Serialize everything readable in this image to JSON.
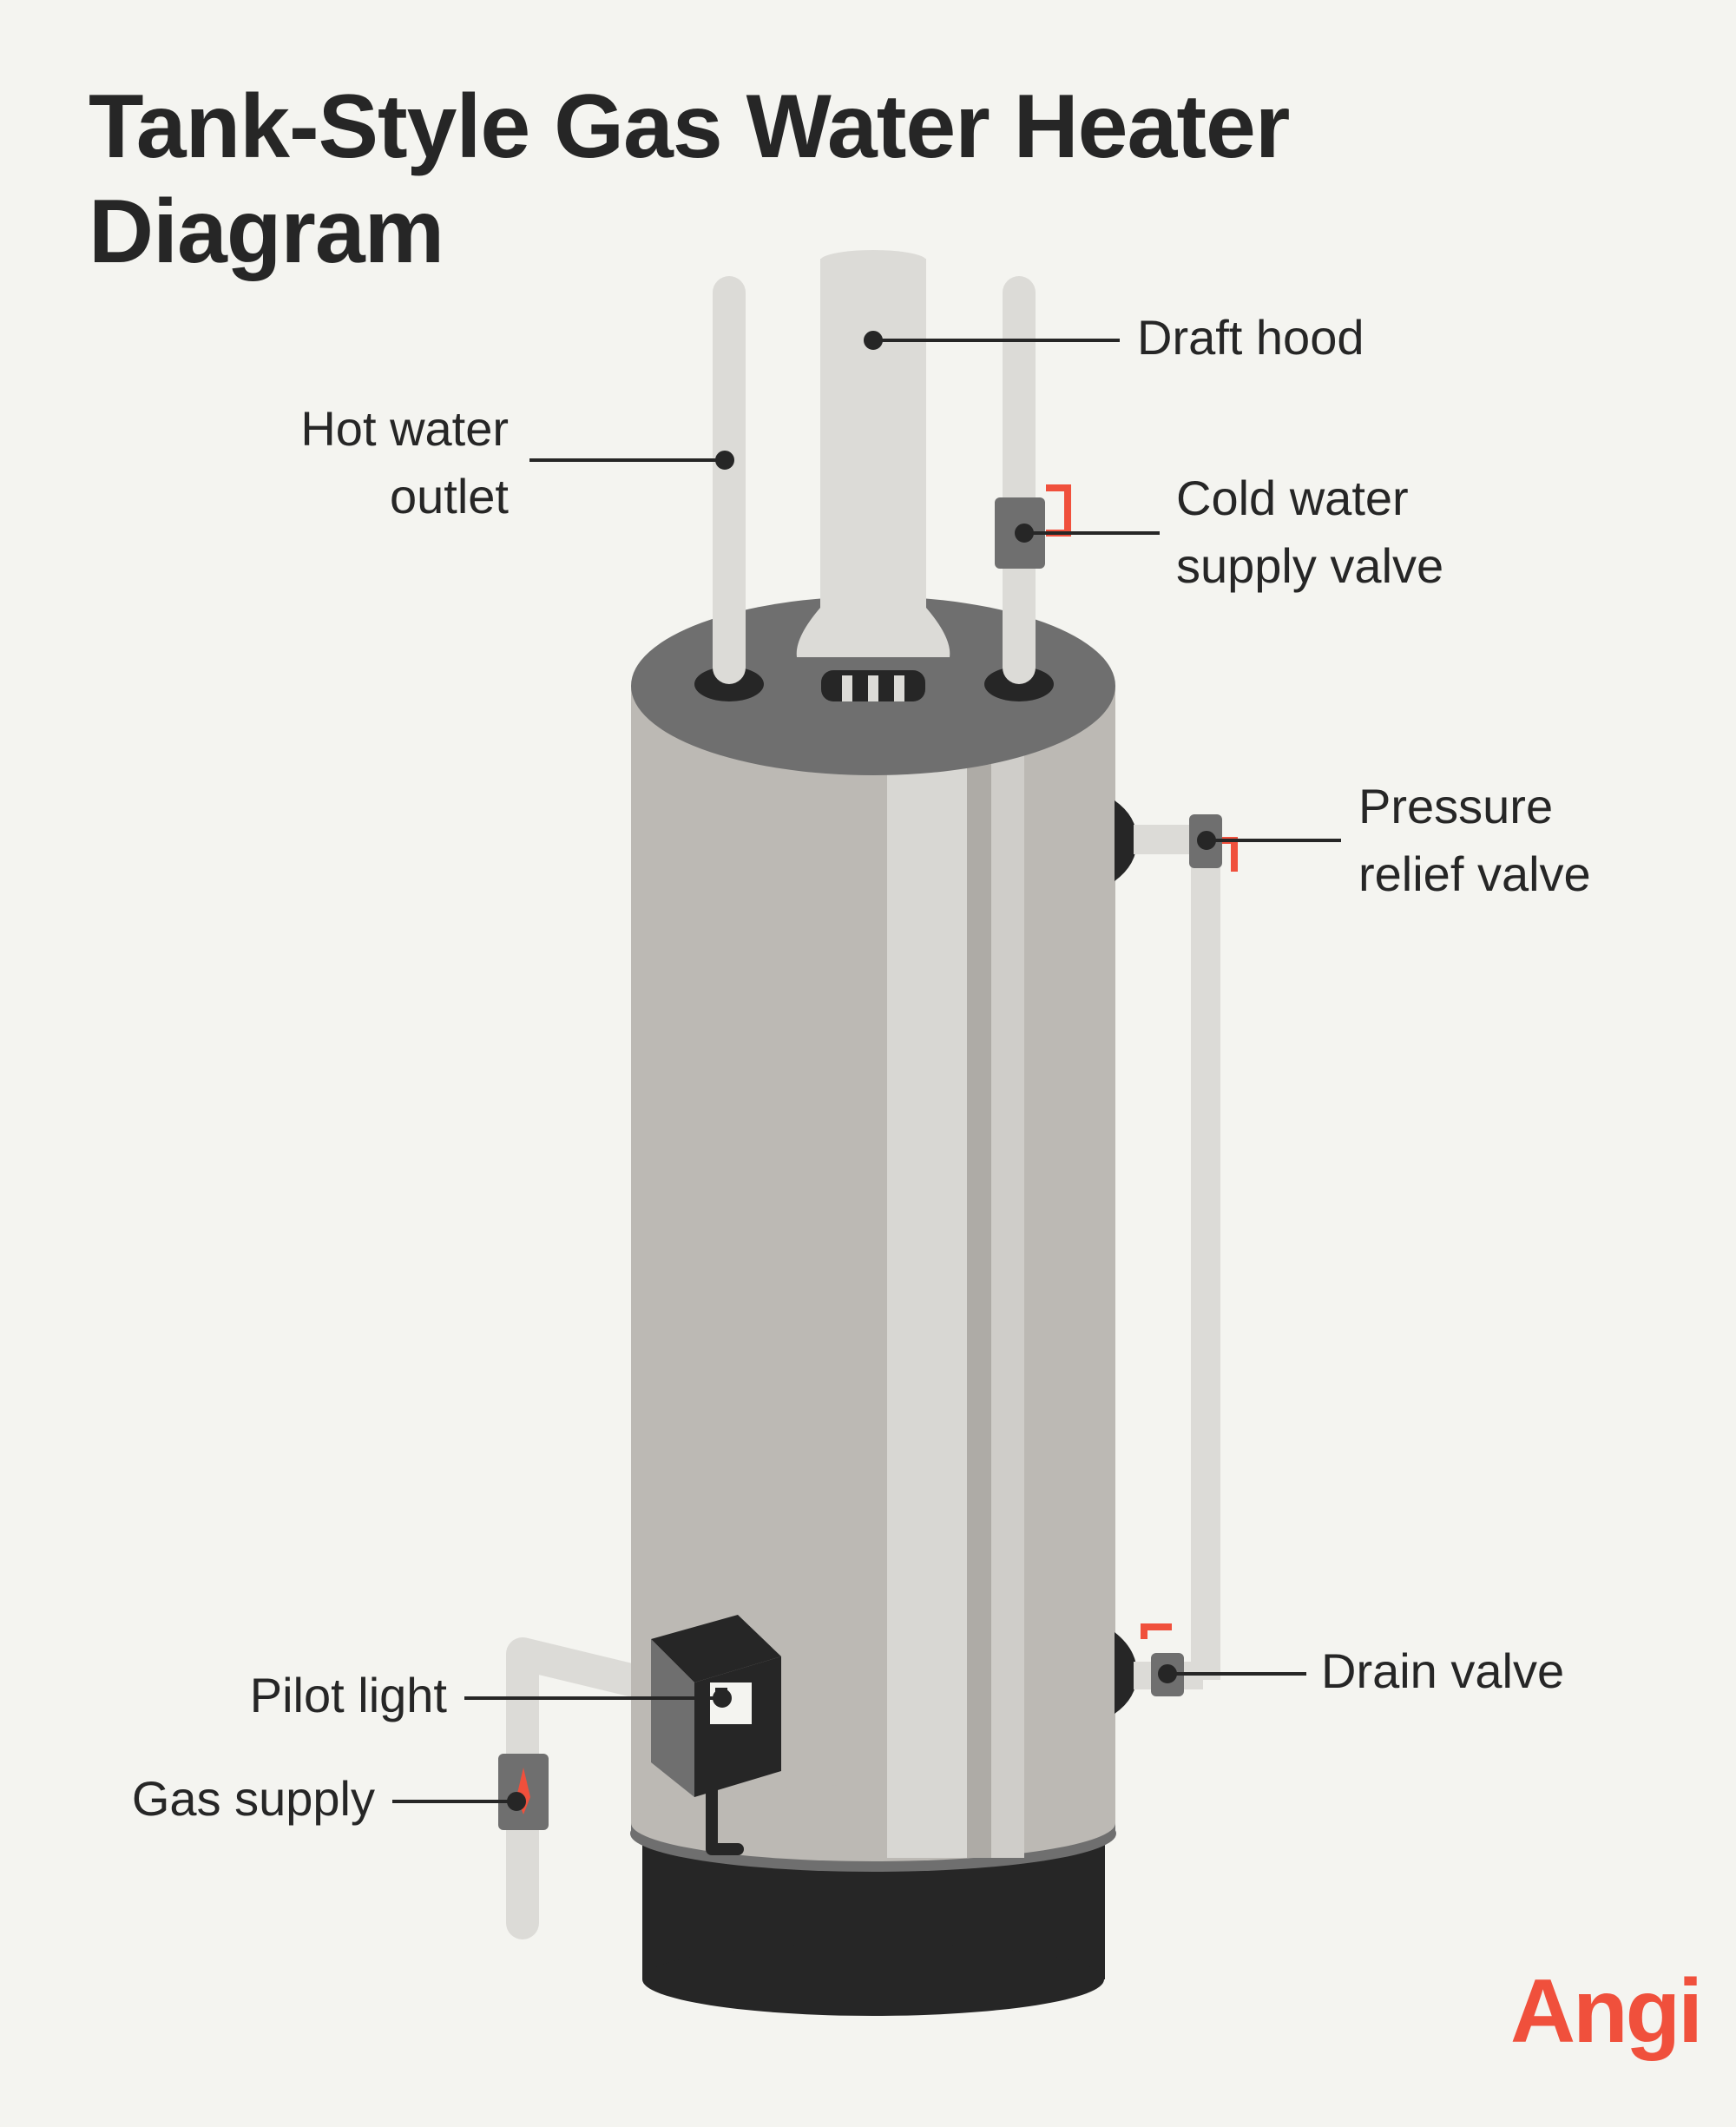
{
  "title": "Tank-Style Gas Water Heater Diagram",
  "labels": {
    "draft_hood": "Draft hood",
    "hot_water_outlet": [
      "Hot water",
      "outlet"
    ],
    "cold_water_supply_valve": [
      "Cold water",
      "supply valve"
    ],
    "pressure_relief_valve": [
      "Pressure",
      "relief valve"
    ],
    "drain_valve": "Drain valve",
    "pilot_light": "Pilot light",
    "gas_supply": "Gas supply"
  },
  "brand": "Angi",
  "colors": {
    "background": "#f4f4f0",
    "tank_body": "#bcb9b4",
    "tank_top": "#6f6f6f",
    "pipe": "#dcdbd7",
    "dark": "#262626",
    "accent_red": "#f0503c"
  }
}
